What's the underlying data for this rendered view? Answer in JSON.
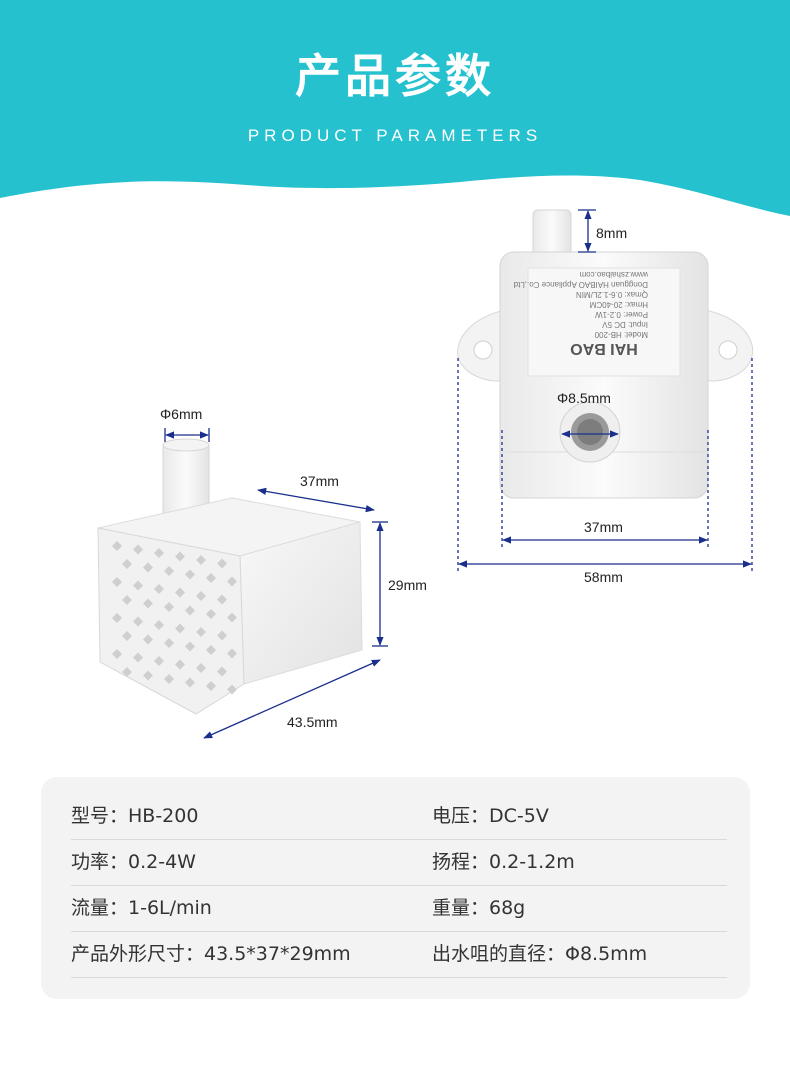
{
  "header": {
    "title": "产品参数",
    "subtitle": "PRODUCT PARAMETERS",
    "color": "#25c1cf"
  },
  "product_label": {
    "brand": "HAI BAO",
    "lines": [
      "Model: HB-200",
      "Input: DC 5V",
      "Power: 0.2-1W",
      "Hmax: 20-40CM",
      "Qmax: 0.6-1.2L/MIN",
      "Dongguan HAIBAO Appliance Co.,Ltd",
      "www.zshaibao.com"
    ]
  },
  "dimensions": {
    "inlet_diameter": "Φ6mm",
    "outlet_height": "8mm",
    "outlet_diameter": "Φ8.5mm",
    "side_width": "37mm",
    "side_height": "29mm",
    "side_length": "43.5mm",
    "front_width": "37mm",
    "front_total_width": "58mm"
  },
  "specs": [
    {
      "left": "型号：HB-200",
      "right": "电压：DC-5V"
    },
    {
      "left": "功率：0.2-4W",
      "right": "扬程：0.2-1.2m"
    },
    {
      "left": "流量：1-6L/min",
      "right": "重量：68g"
    },
    {
      "left": "产品外形尺寸：43.5*37*29mm",
      "right": "出水咀的直径：Φ8.5mm"
    }
  ]
}
